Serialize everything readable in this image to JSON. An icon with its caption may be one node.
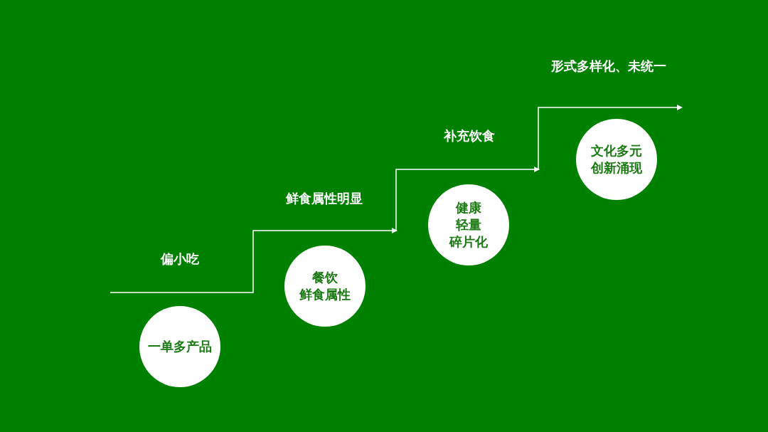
{
  "diagram": {
    "nodes": [
      {
        "text": [
          "一单多产品"
        ]
      },
      {
        "text": [
          "餐饮鲜食属性"
        ]
      },
      {
        "text": [
          "健康轻量碎片化"
        ]
      },
      {
        "text": [
          "文化多元创新涌现"
        ]
      }
    ],
    "edges": [],
    "labels": [
      "形式多样化、未统一",
      "补充饮食",
      "鲜食属性明显",
      "偏小吃"
    ]
  }
}
